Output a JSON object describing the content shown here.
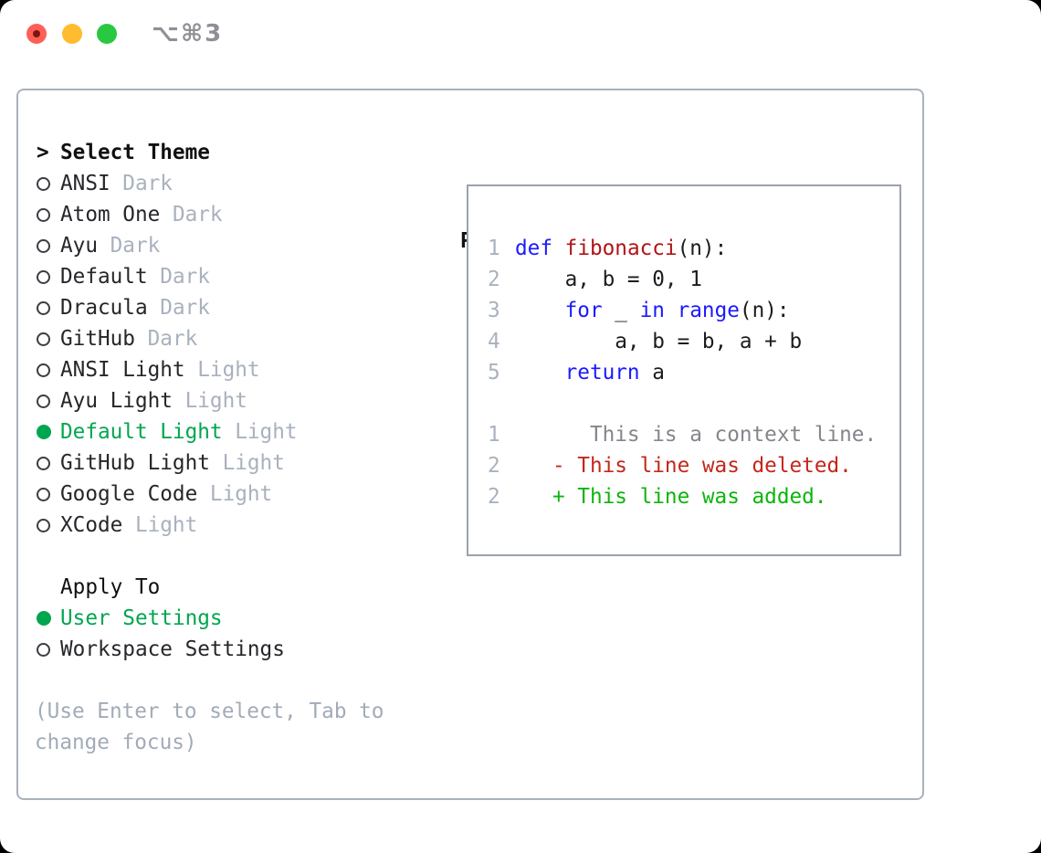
{
  "window": {
    "title": "⌥⌘3",
    "traffic_lights": [
      {
        "name": "close",
        "color": "#ff5f57"
      },
      {
        "name": "minimize",
        "color": "#febc2e"
      },
      {
        "name": "zoom",
        "color": "#28c840"
      }
    ]
  },
  "colors": {
    "green_ui": "#00a64f",
    "green_added": "#0cb50c",
    "red_deleted": "#c3271b",
    "keyword_blue": "#1a1aff",
    "function_red": "#b01317",
    "muted_gray": "#a9b1be",
    "panel_border": "#a9b1bc"
  },
  "theme_panel": {
    "header": {
      "prompt": ">",
      "label": "Select Theme"
    },
    "themes": [
      {
        "name": "ANSI",
        "tag": "Dark",
        "selected": false
      },
      {
        "name": "Atom One",
        "tag": "Dark",
        "selected": false
      },
      {
        "name": "Ayu",
        "tag": "Dark",
        "selected": false
      },
      {
        "name": "Default",
        "tag": "Dark",
        "selected": false
      },
      {
        "name": "Dracula",
        "tag": "Dark",
        "selected": false
      },
      {
        "name": "GitHub",
        "tag": "Dark",
        "selected": false
      },
      {
        "name": "ANSI Light",
        "tag": "Light",
        "selected": false
      },
      {
        "name": "Ayu Light",
        "tag": "Light",
        "selected": false
      },
      {
        "name": "Default Light",
        "tag": "Light",
        "selected": true
      },
      {
        "name": "GitHub Light",
        "tag": "Light",
        "selected": false
      },
      {
        "name": "Google Code",
        "tag": "Light",
        "selected": false
      },
      {
        "name": "XCode",
        "tag": "Light",
        "selected": false
      }
    ],
    "apply_to": {
      "label": "Apply To",
      "options": [
        {
          "name": "User Settings",
          "selected": true
        },
        {
          "name": "Workspace Settings",
          "selected": false
        }
      ]
    },
    "hint": "(Use Enter to select, Tab to change focus)"
  },
  "preview": {
    "label": "Preview",
    "lines": [
      {
        "num": "1",
        "segments": [
          {
            "t": "def",
            "c": "kw"
          },
          {
            "t": " ",
            "c": "pl"
          },
          {
            "t": "fibonacci",
            "c": "fn"
          },
          {
            "t": "(n):",
            "c": "pl"
          }
        ]
      },
      {
        "num": "2",
        "segments": [
          {
            "t": "    a, b = 0, 1",
            "c": "pl"
          }
        ]
      },
      {
        "num": "3",
        "segments": [
          {
            "t": "    ",
            "c": "pl"
          },
          {
            "t": "for",
            "c": "kw"
          },
          {
            "t": " _ ",
            "c": "pl"
          },
          {
            "t": "in",
            "c": "kw"
          },
          {
            "t": " ",
            "c": "pl"
          },
          {
            "t": "range",
            "c": "kw"
          },
          {
            "t": "(n):",
            "c": "pl"
          }
        ]
      },
      {
        "num": "4",
        "segments": [
          {
            "t": "        a, b = b, a + b",
            "c": "pl"
          }
        ]
      },
      {
        "num": "5",
        "segments": [
          {
            "t": "    ",
            "c": "pl"
          },
          {
            "t": "return",
            "c": "kw"
          },
          {
            "t": " a",
            "c": "pl"
          }
        ]
      },
      {
        "num": "",
        "segments": []
      },
      {
        "num": "1",
        "segments": [
          {
            "t": "      This is a context line.",
            "c": "ctx"
          }
        ]
      },
      {
        "num": "2",
        "segments": [
          {
            "t": "   - This line was deleted.",
            "c": "del"
          }
        ]
      },
      {
        "num": "2",
        "segments": [
          {
            "t": "   + This line was added.",
            "c": "add"
          }
        ]
      }
    ]
  }
}
